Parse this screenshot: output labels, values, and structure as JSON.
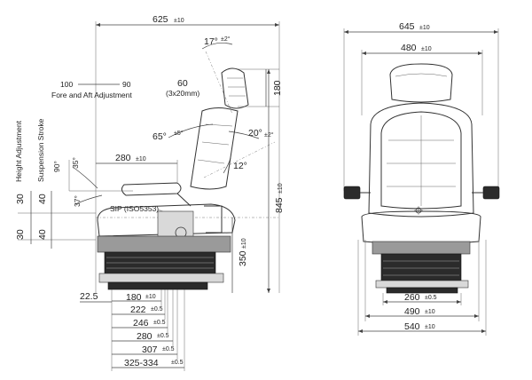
{
  "side_view": {
    "overall_length": {
      "value": "625",
      "tol": "±10"
    },
    "recline_forward": {
      "value": "17°",
      "tol": "±2°"
    },
    "headrest_height": {
      "value": "180"
    },
    "headrest_adjust": {
      "value": "60",
      "note": "(3x20mm)"
    },
    "fore_aft": {
      "v100": "100",
      "v90": "90",
      "label": "Fore and Aft Adjustment"
    },
    "backrest_angle_a": {
      "value": "65°",
      "tol": "±5°"
    },
    "backrest_angle_b": {
      "value": "20°",
      "tol": "±2°"
    },
    "seat_angle": {
      "value": "12°"
    },
    "armrest_length": {
      "value": "280",
      "tol": "±10"
    },
    "armrest_angles": {
      "a90": "90°",
      "a35": "35°",
      "a37": "37°"
    },
    "sip": {
      "label": "SIP (ISO5353)"
    },
    "overall_height": {
      "value": "845",
      "tol": "±10"
    },
    "base_height": {
      "value": "350",
      "tol": "±10"
    },
    "vertical_labels": {
      "height": "Height Adjustment",
      "suspension": "Suspension Stroke"
    },
    "vertical_values": {
      "h30a": "30",
      "s40a": "40",
      "h30b": "30",
      "s40b": "40"
    },
    "left_offset": "22.5",
    "rails": [
      {
        "value": "180",
        "tol": "±10"
      },
      {
        "value": "222",
        "tol": "±0.5"
      },
      {
        "value": "246",
        "tol": "±0.5"
      },
      {
        "value": "280",
        "tol": "±0.5"
      },
      {
        "value": "307",
        "tol": "±0.5"
      },
      {
        "value": "325-334",
        "tol": "±0.5"
      }
    ]
  },
  "front_view": {
    "overall_width": {
      "value": "645",
      "tol": "±10"
    },
    "backrest_width": {
      "value": "480",
      "tol": "±10"
    },
    "base_width_a": {
      "value": "260",
      "tol": "±0.5"
    },
    "base_width_b": {
      "value": "490",
      "tol": "±10"
    },
    "base_width_c": {
      "value": "540",
      "tol": "±10"
    }
  }
}
